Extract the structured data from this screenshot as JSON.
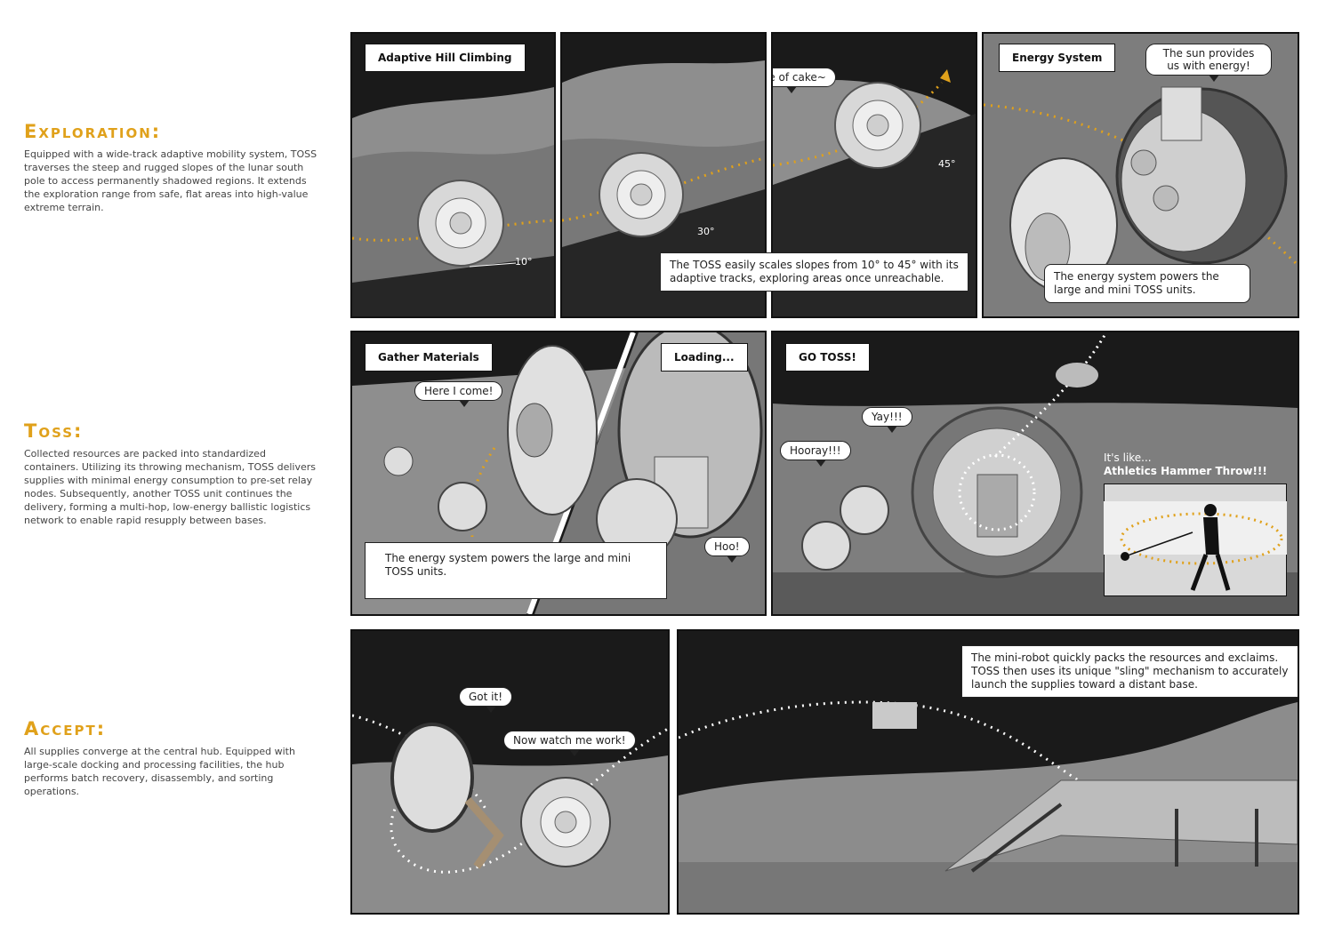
{
  "sections": {
    "exploration": {
      "title": "Exploration:",
      "text": "Equipped with a wide-track adaptive mobility system, TOSS traverses the steep and rugged slopes of the lunar south pole to access permanently shadowed regions. It extends the exploration range from safe, flat areas into high-value extreme terrain."
    },
    "toss": {
      "title": "Toss:",
      "text": "Collected resources are packed into standardized containers. Utilizing its throwing mechanism, TOSS delivers supplies with minimal energy consumption to pre-set relay nodes. Subsequently, another TOSS unit continues the delivery, forming a multi-hop, low-energy ballistic logistics network to enable rapid resupply between bases."
    },
    "accept": {
      "title": "Accept:",
      "text": "All supplies converge at the central hub. Equipped with large-scale docking and processing facilities, the hub performs batch recovery, disassembly, and sorting operations."
    }
  },
  "row1": {
    "label_hill": "Adaptive Hill Climbing",
    "angle_10": "10°",
    "angle_30": "30°",
    "angle_45": "45°",
    "bubble_cake": "Piece of cake~",
    "caption_slopes": "The TOSS easily scales slopes from 10° to 45° with its adaptive tracks, exploring areas once unreachable.",
    "label_energy": "Energy System",
    "bubble_sun": "The sun provides us with energy!",
    "caption_energy": "The energy system powers the large and mini TOSS units."
  },
  "row2": {
    "label_gather": "Gather Materials",
    "bubble_here": "Here I come!",
    "label_loading": "Loading...",
    "bubble_hoo": "Hoo!",
    "caption_gather": "The energy system powers the large and mini TOSS units.",
    "label_go": "GO TOSS!",
    "bubble_yay": "Yay!!!",
    "bubble_hooray": "Hooray!!!",
    "hammer_line1": "It's like...",
    "hammer_line2": "Athletics Hammer Throw!!!"
  },
  "row3": {
    "bubble_got": "Got it!",
    "bubble_watch": "Now watch me work!",
    "caption_pack": "The mini-robot quickly packs the resources and exclaims. TOSS then uses its unique \"sling\" mechanism to accurately launch the supplies toward a distant base."
  },
  "colors": {
    "accent": "#e0a11b",
    "panel_bg": "#1a1a1a",
    "moon_surface": "#8f8f8f"
  }
}
